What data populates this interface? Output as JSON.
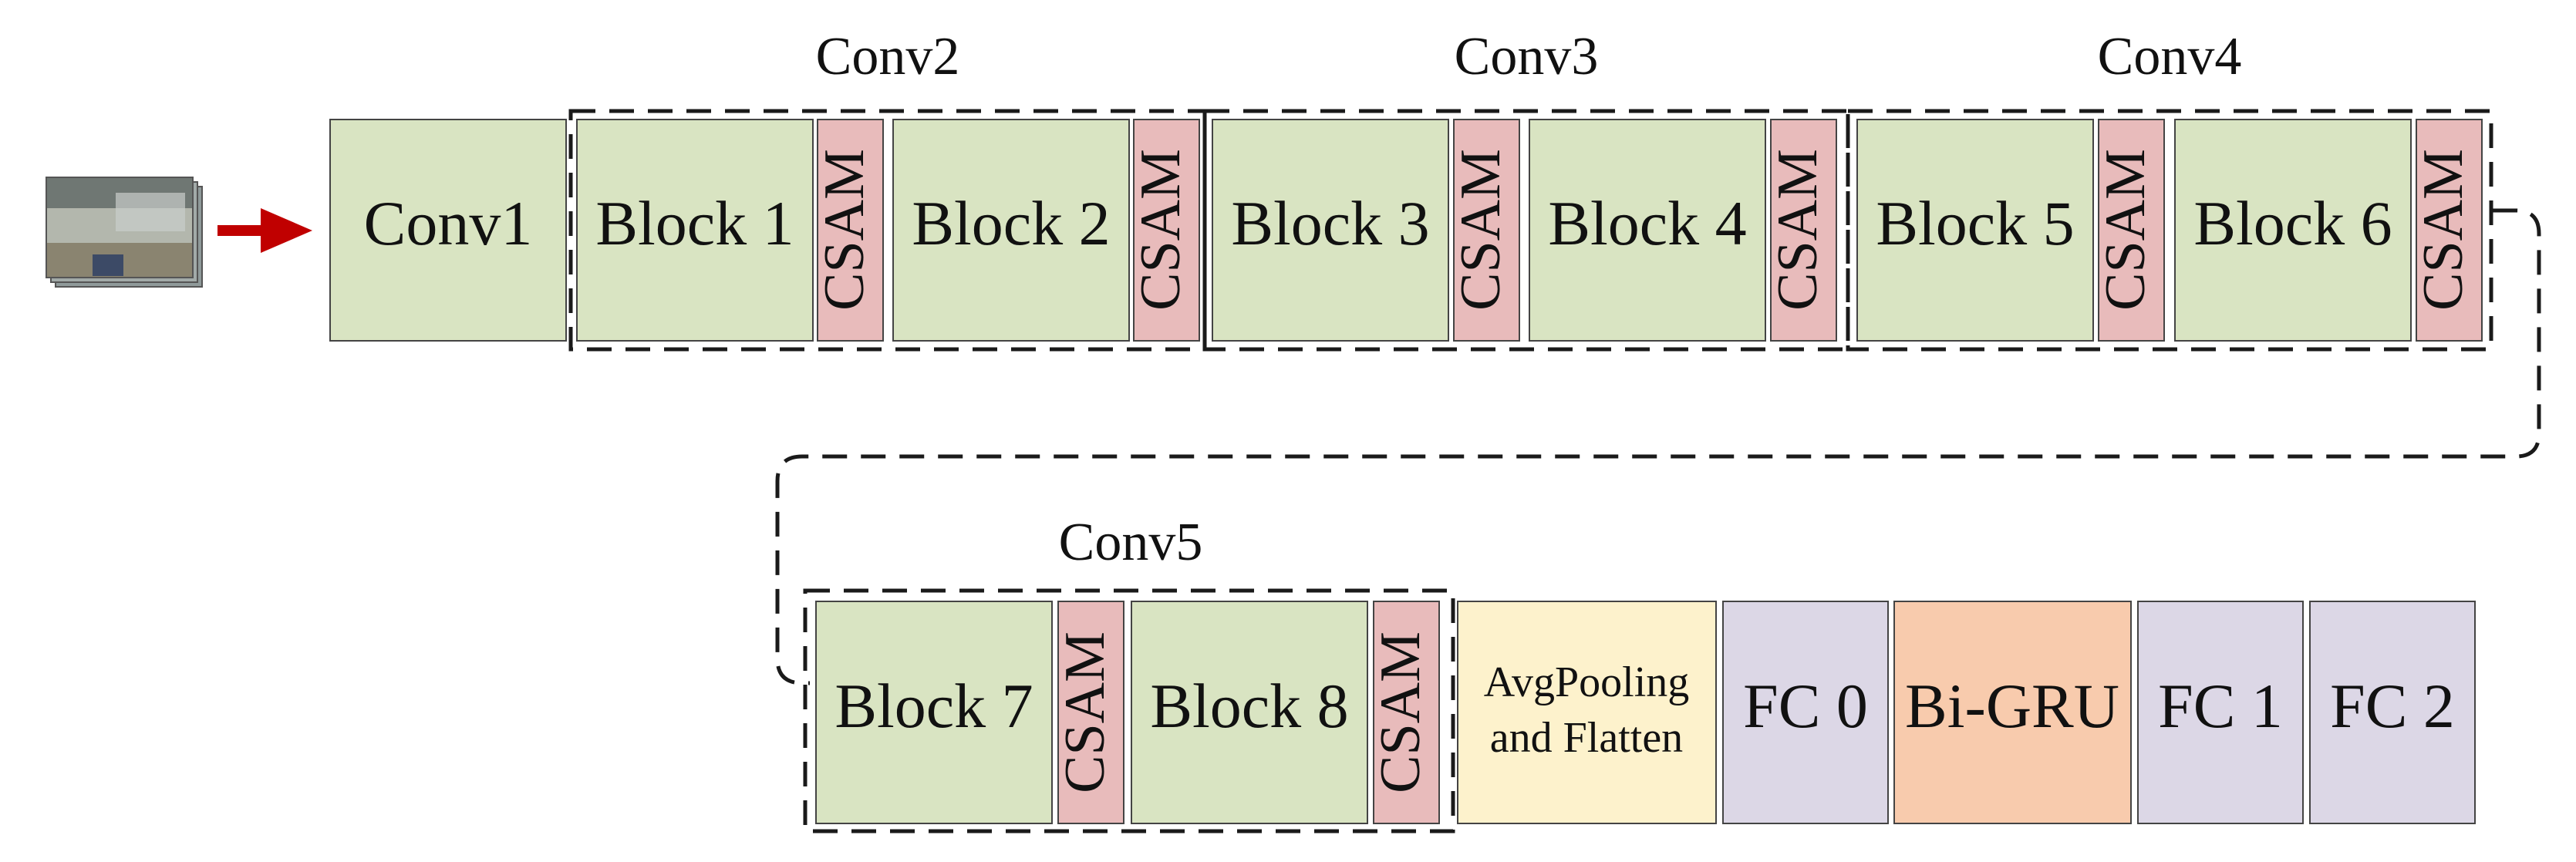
{
  "stages": {
    "conv2": "Conv2",
    "conv3": "Conv3",
    "conv4": "Conv4",
    "conv5": "Conv5"
  },
  "blocks": {
    "conv1": "Conv1",
    "block1": "Block 1",
    "block2": "Block 2",
    "block3": "Block 3",
    "block4": "Block 4",
    "block5": "Block 5",
    "block6": "Block 6",
    "block7": "Block 7",
    "block8": "Block 8",
    "csam": "CSAM",
    "avgpool_line1": "AvgPooling",
    "avgpool_line2": "and Flatten",
    "fc0": "FC 0",
    "bigru": "Bi-GRU",
    "fc1": "FC 1",
    "fc2": "FC 2"
  },
  "colors": {
    "green": "#d9e4c2",
    "pink": "#e8bbbb",
    "yellow": "#fdf2cc",
    "lavender": "#dcd7e6",
    "orange": "#f8cbad",
    "arrow": "#c00000"
  }
}
